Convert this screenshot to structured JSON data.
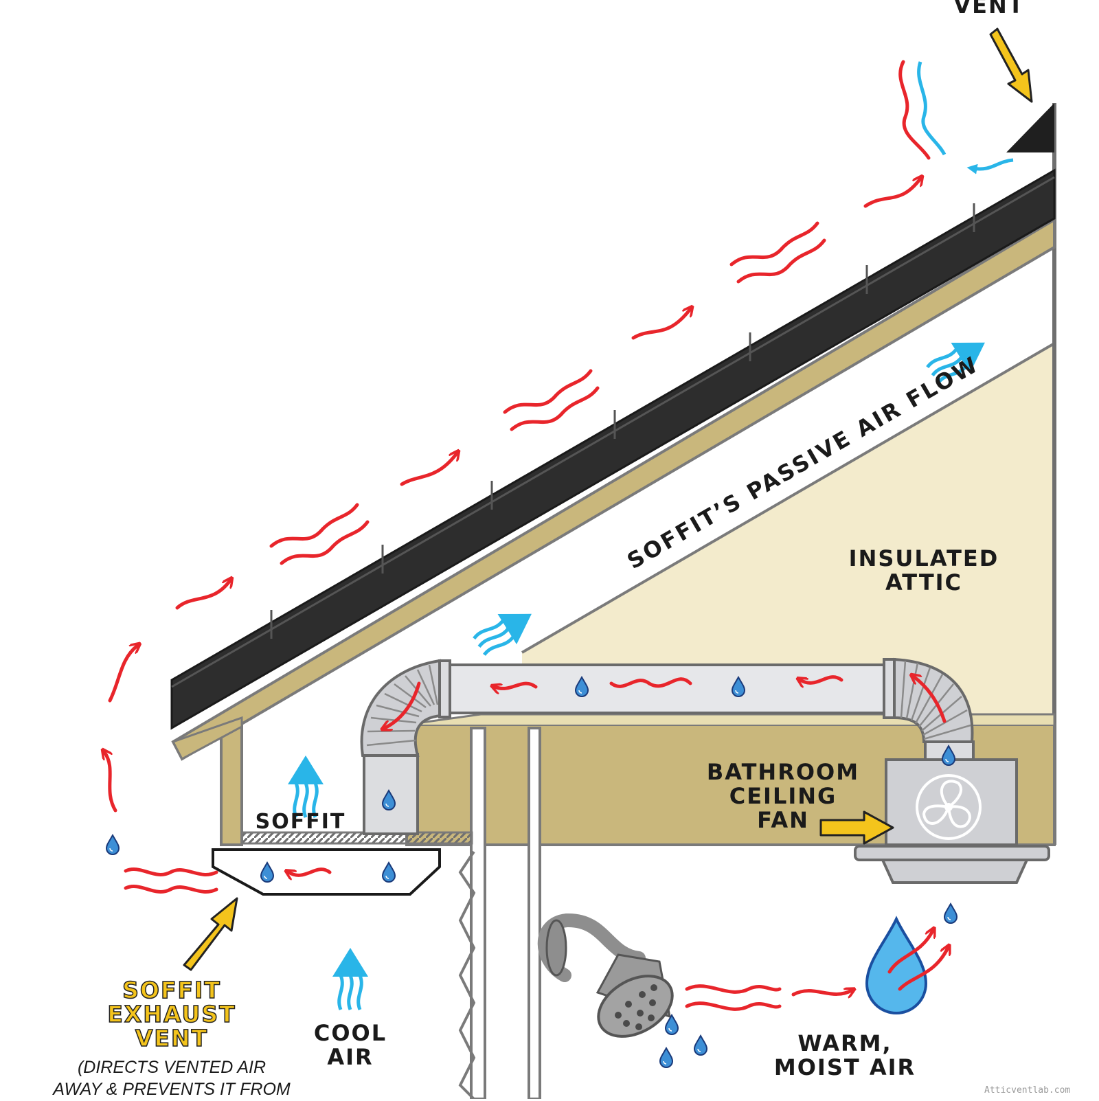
{
  "labels": {
    "roof_vent": "VENT",
    "passive_flow": "SOFFIT’S PASSIVE AIR FLOW",
    "insulated_attic_1": "INSULATED",
    "insulated_attic_2": "ATTIC",
    "bath_fan_1": "BATHROOM",
    "bath_fan_2": "CEILING",
    "bath_fan_3": "FAN",
    "soffit": "SOFFIT",
    "soffit_exhaust_1": "SOFFIT",
    "soffit_exhaust_2": "EXHAUST",
    "soffit_exhaust_3": "VENT",
    "soffit_note_1": "(DIRECTS VENTED AIR",
    "soffit_note_2": "AWAY & PREVENTS IT FROM",
    "cool_air_1": "COOL",
    "cool_air_2": "AIR",
    "warm_air_1": "WARM,",
    "warm_air_2": "MOIST AIR",
    "watermark": "Atticventlab.com"
  },
  "colors": {
    "roof_shingle": "#2d2d2d",
    "wood": "#c9b77c",
    "attic_fill": "#f3ebcc",
    "duct": "#dcdde0",
    "warm_air": "#e8252b",
    "cool_air": "#29b5e8",
    "moisture": "#3d8fd6",
    "pointer": "#f4c41c"
  },
  "icons": [
    "roof-vent-icon",
    "fan-icon",
    "shower-head-icon",
    "water-drop-icon"
  ]
}
